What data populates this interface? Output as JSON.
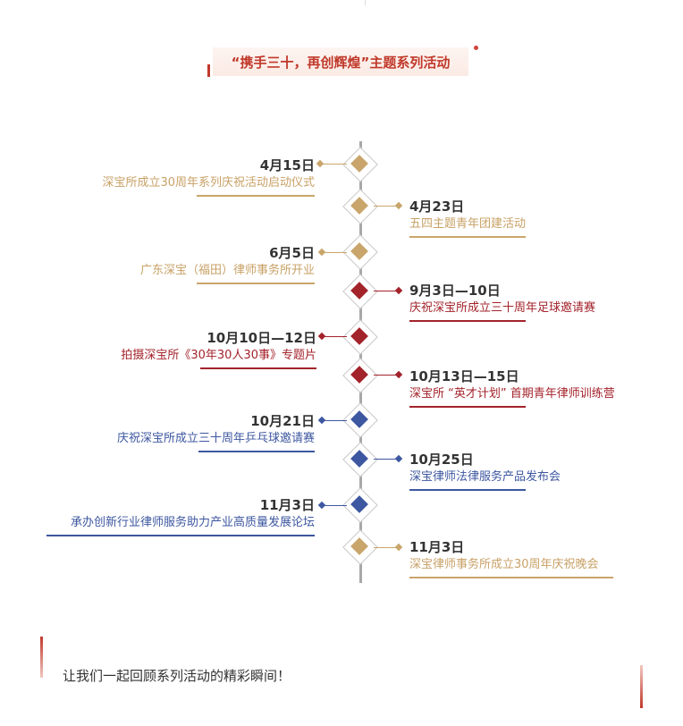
{
  "header": {
    "title": "“携手三十，再创辉煌”主题系列活动"
  },
  "events": [
    {
      "date": "4月15日",
      "desc": "深宝所成立30周年系列庆祝活动启动仪式",
      "color": "gold"
    },
    {
      "date": "4月23日",
      "desc": "五四主题青年团建活动",
      "color": "gold"
    },
    {
      "date": "6月5日",
      "desc": "广东深宝（福田）律师事务所开业",
      "color": "gold"
    },
    {
      "date": "9月3日—10日",
      "desc": "庆祝深宝所成立三十周年足球邀请赛",
      "color": "red"
    },
    {
      "date": "10月10日—12日",
      "desc": "拍摄深宝所《30年30人30事》专题片",
      "color": "red"
    },
    {
      "date": "10月13日—15日",
      "desc": "深宝所 “英才计划” 首期青年律师训练营",
      "color": "red"
    },
    {
      "date": "10月21日",
      "desc": "庆祝深宝所成立三十周年乒乓球邀请赛",
      "color": "blue"
    },
    {
      "date": "10月25日",
      "desc": "深宝律师法律服务产品发布会",
      "color": "blue"
    },
    {
      "date": "11月3日",
      "desc": "承办创新行业律师服务助力产业高质量发展论坛",
      "color": "blue"
    },
    {
      "date": "11月3日",
      "desc": "深宝律师事务所成立30周年庆祝晚会",
      "color": "gold"
    }
  ],
  "footer": {
    "text": "让我们一起回顾系列活动的精彩瞬间！"
  },
  "colors": {
    "gold": "#c9a56b",
    "red": "#a3232b",
    "blue": "#3d57a0",
    "accent": "#c0392b"
  }
}
